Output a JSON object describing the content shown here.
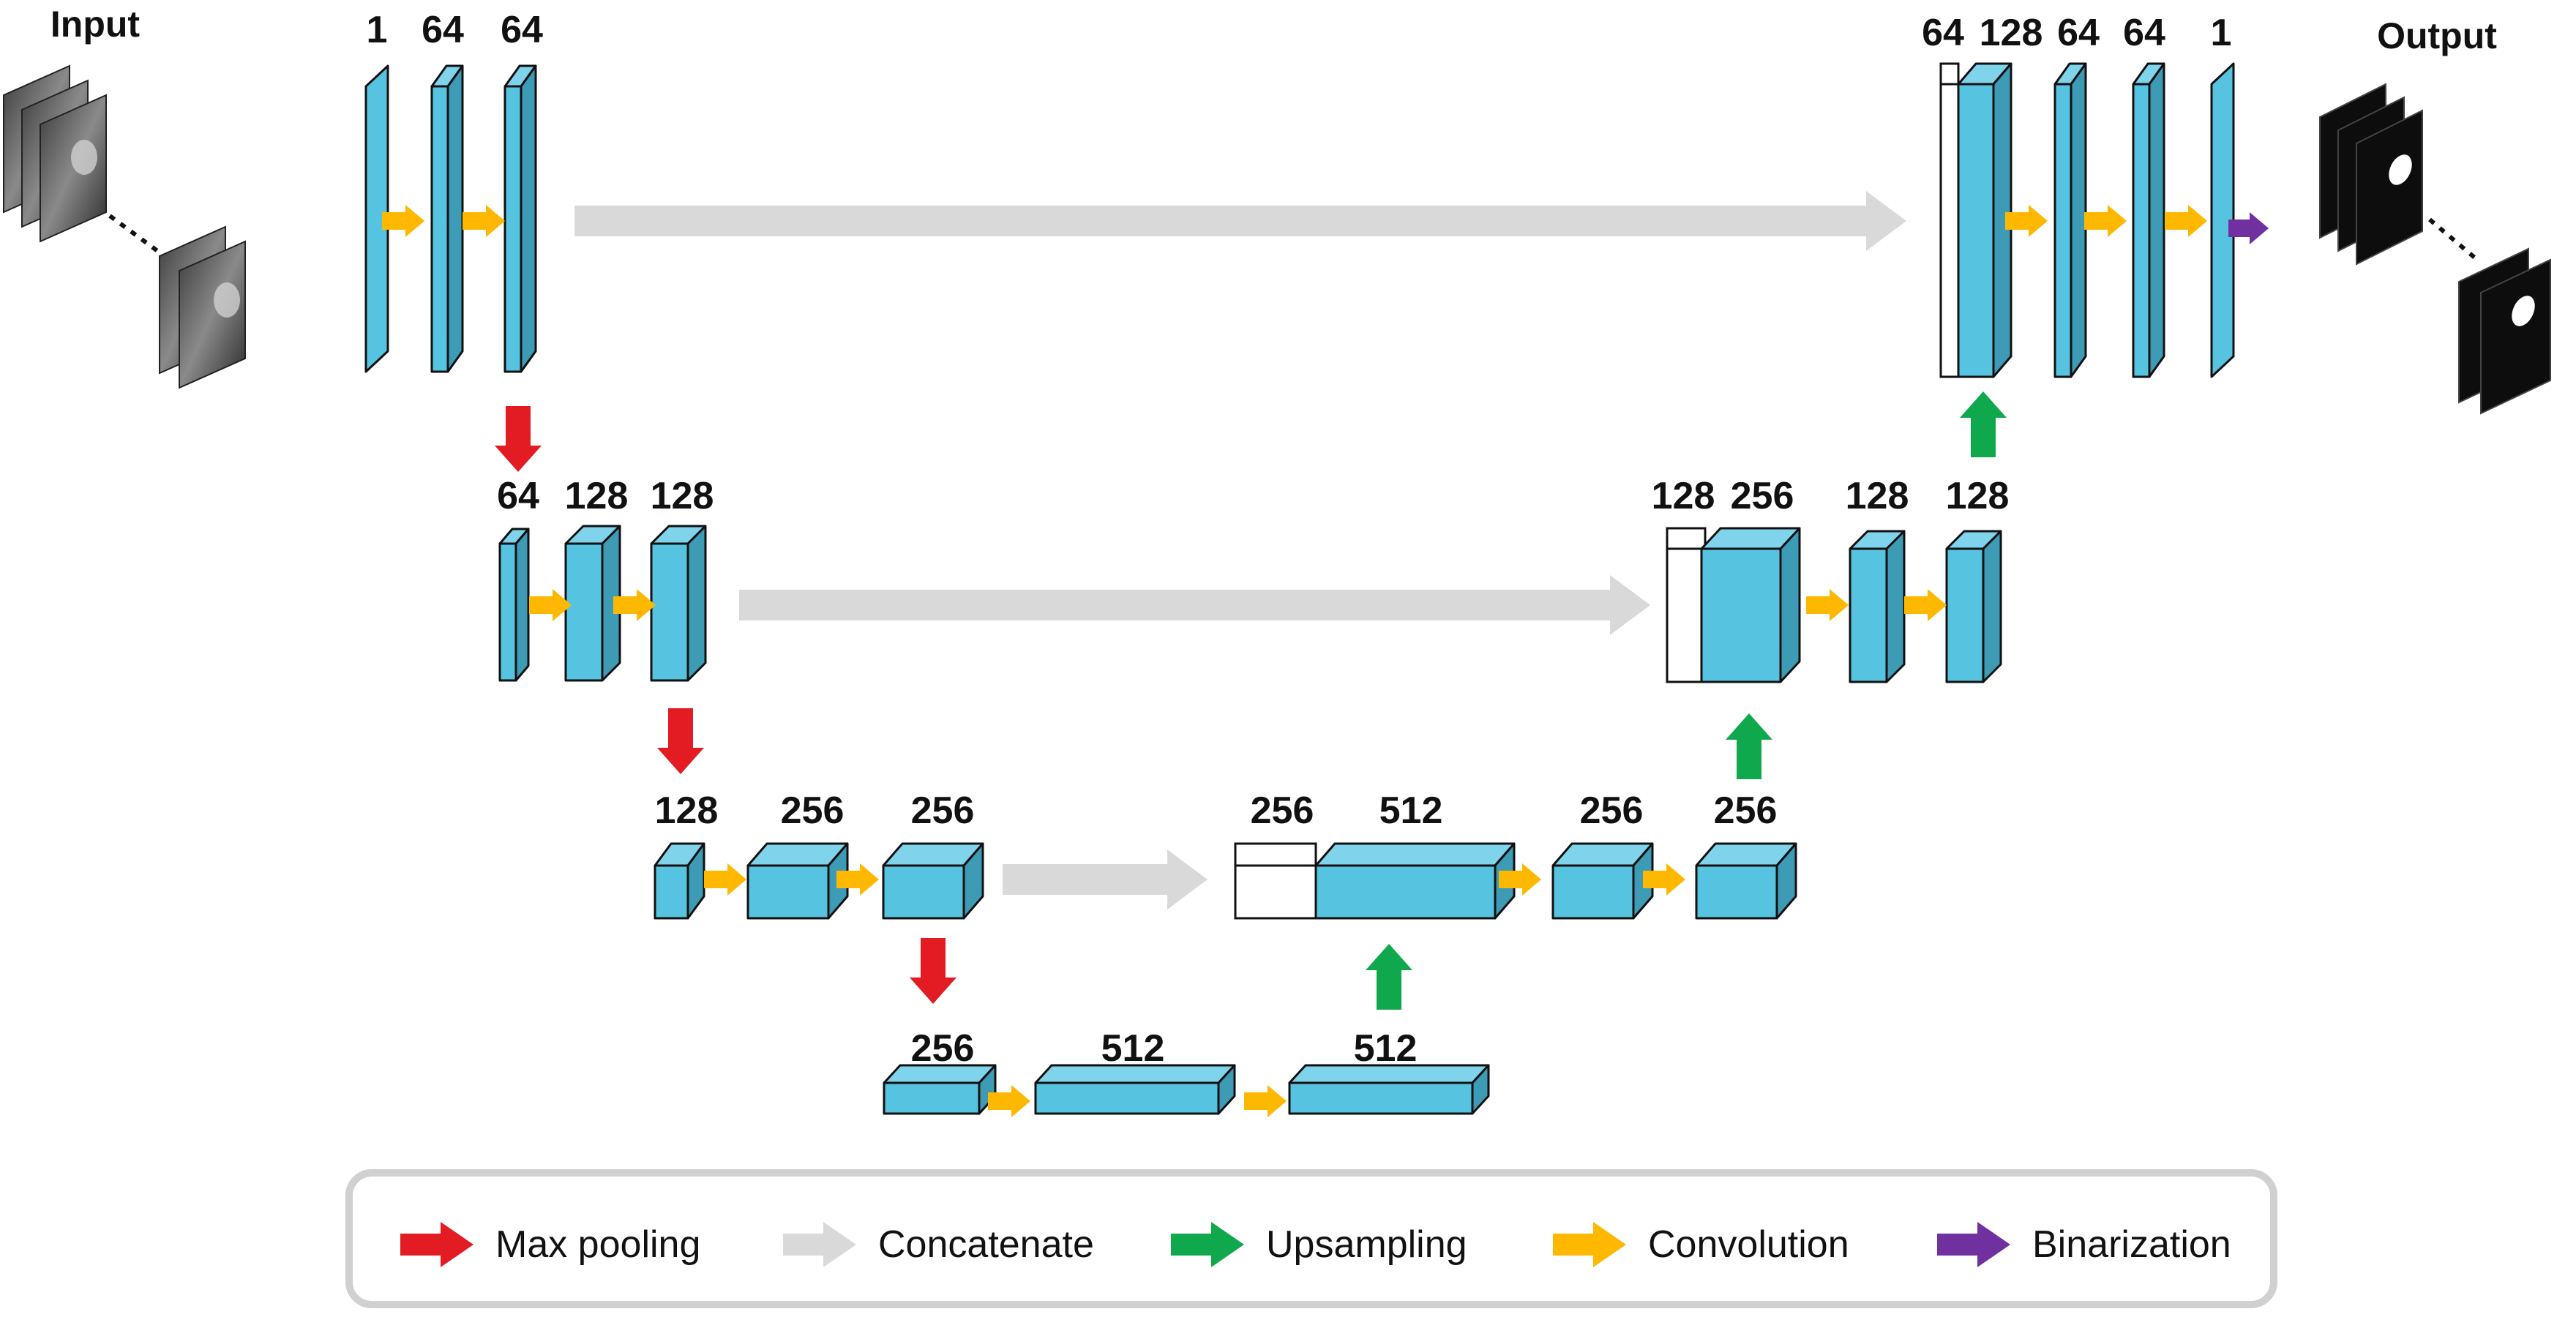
{
  "io": {
    "input_label": "Input",
    "output_label": "Output"
  },
  "colors": {
    "block": "#56c4e0",
    "max_pooling": "#e31b23",
    "concatenate": "#d9d9d9",
    "upsampling": "#10a84c",
    "convolution": "#ffb800",
    "binarization": "#7030a0"
  },
  "channels": {
    "enc1": [
      "1",
      "64",
      "64"
    ],
    "enc2": [
      "64",
      "128",
      "128"
    ],
    "enc3": [
      "128",
      "256",
      "256"
    ],
    "bottleneck": [
      "256",
      "512",
      "512"
    ],
    "dec3": [
      "256",
      "512",
      "256",
      "256"
    ],
    "dec2": [
      "128",
      "256",
      "128",
      "128"
    ],
    "dec1": [
      "64",
      "128",
      "64",
      "64",
      "1"
    ]
  },
  "legend": [
    {
      "label": "Max pooling",
      "icon": "red-arrow-icon",
      "color": "#e31b23"
    },
    {
      "label": "Concatenate",
      "icon": "gray-arrow-icon",
      "color": "#d9d9d9"
    },
    {
      "label": "Upsampling",
      "icon": "green-arrow-icon",
      "color": "#10a84c"
    },
    {
      "label": "Convolution",
      "icon": "orange-arrow-icon",
      "color": "#ffb800"
    },
    {
      "label": "Binarization",
      "icon": "purple-arrow-icon",
      "color": "#7030a0"
    }
  ]
}
